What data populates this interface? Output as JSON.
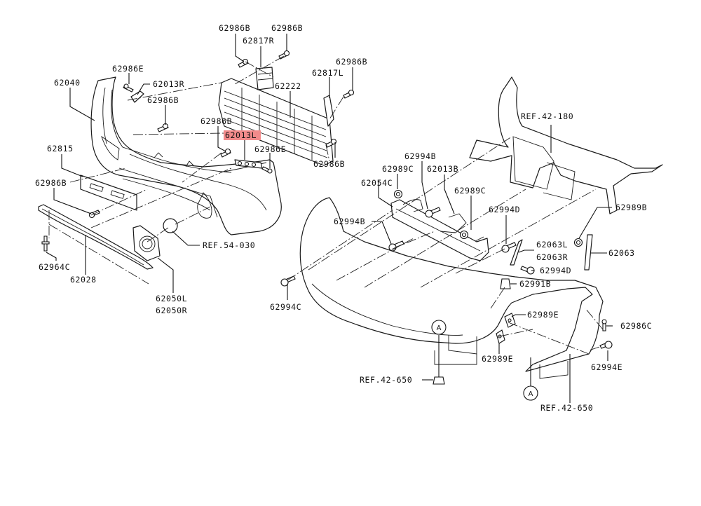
{
  "diagram": {
    "title": "Front bumper & grille assembly exploded view",
    "highlight_color": "#f28b8b",
    "highlighted_part": "62013L",
    "labels": {
      "p62986B_top_left": "62986B",
      "p62986B_top_right": "62986B",
      "p62817R": "62817R",
      "p62986B_grille_right": "62986B",
      "p62817L": "62817L",
      "p62222": "62222",
      "p62986E_upper": "62986E",
      "p62013R": "62013R",
      "p62040": "62040",
      "p62986B_bumper": "62986B",
      "p62986B_mid": "62986B",
      "p62013L": "62013L",
      "p62986E_mid": "62986E",
      "p62986B_grille_bottom": "62986B",
      "p62815": "62815",
      "p62986B_left": "62986B",
      "p62964C": "62964C",
      "p62028": "62028",
      "ref_54_030": "REF.54-030",
      "p62050L": "62050L",
      "p62050R": "62050R",
      "p62994C": "62994C",
      "ref_42_180": "REF.42-180",
      "p62994B_top": "62994B",
      "p62989C_left": "62989C",
      "p62013B": "62013B",
      "p62054C": "62054C",
      "p62989C_right": "62989C",
      "p62994B_left": "62994B",
      "p62994D_upper": "62994D",
      "p62989B": "62989B",
      "p62063L": "62063L",
      "p62063R": "62063R",
      "p62063": "62063",
      "p62994D_lower": "62994D",
      "p62991B": "62991B",
      "p62989E_upper": "62989E",
      "p62989E_lower": "62989E",
      "p62986C": "62986C",
      "p62994E": "62994E",
      "ref_42_650_left": "REF.42-650",
      "ref_42_650_right": "REF.42-650",
      "callout_a_1": "A",
      "callout_a_2": "A"
    }
  }
}
